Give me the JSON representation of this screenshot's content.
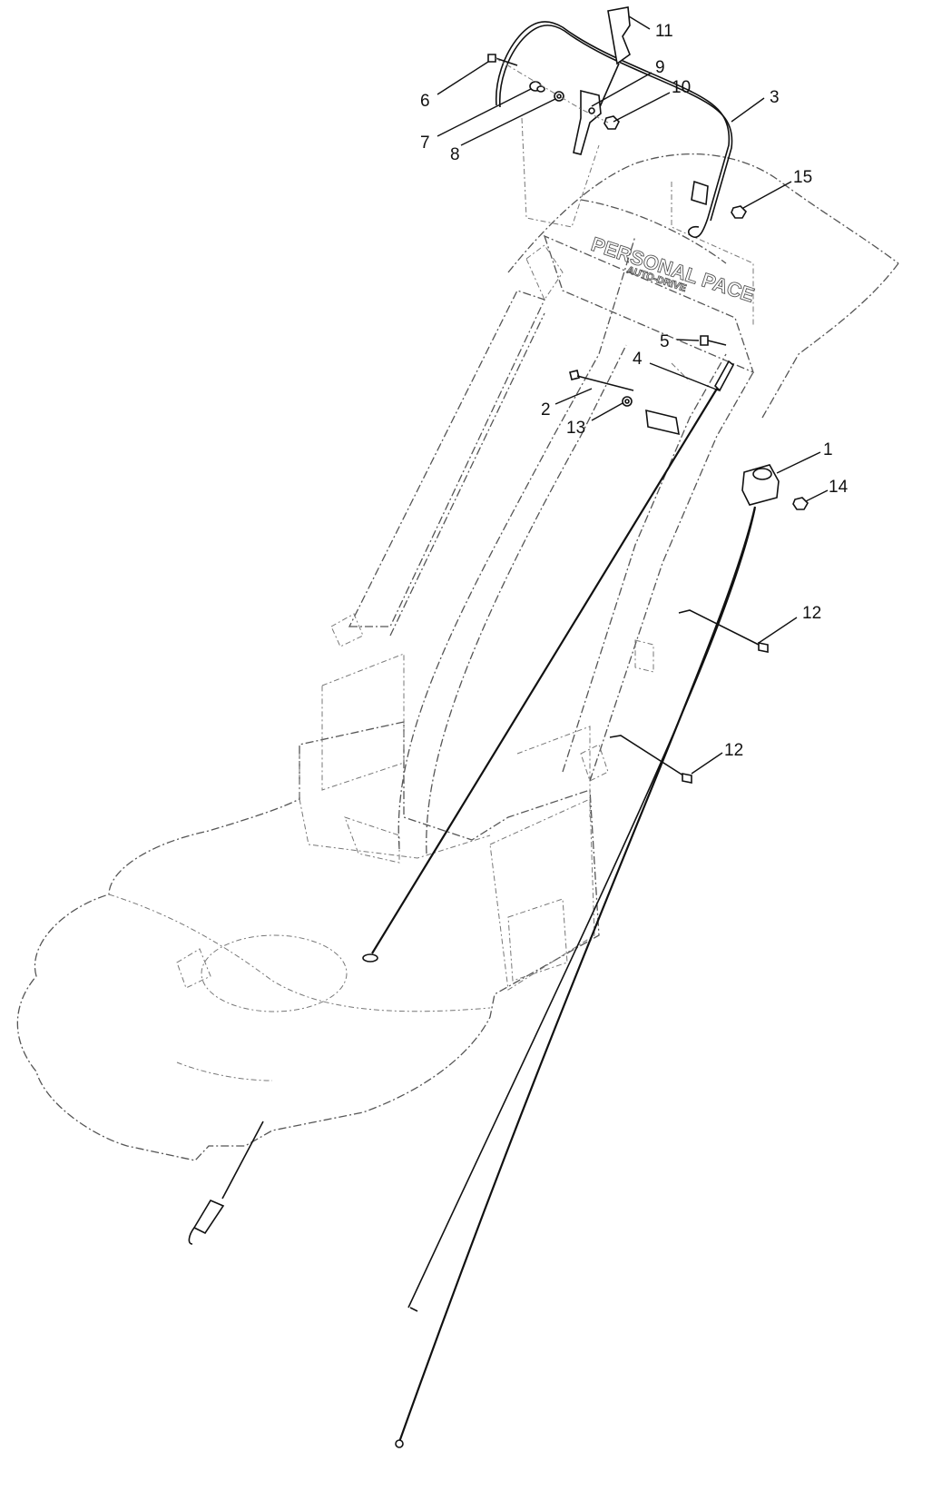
{
  "diagram": {
    "decal": {
      "brand": "PERSONAL PACE",
      "sub": "AUTO-DRIVE"
    },
    "callouts": [
      {
        "id": "c1",
        "label": "1"
      },
      {
        "id": "c2",
        "label": "2"
      },
      {
        "id": "c3",
        "label": "3"
      },
      {
        "id": "c4",
        "label": "4"
      },
      {
        "id": "c5",
        "label": "5"
      },
      {
        "id": "c6",
        "label": "6"
      },
      {
        "id": "c7",
        "label": "7"
      },
      {
        "id": "c8",
        "label": "8"
      },
      {
        "id": "c9",
        "label": "9"
      },
      {
        "id": "c10",
        "label": "10"
      },
      {
        "id": "c11",
        "label": "11"
      },
      {
        "id": "c12a",
        "label": "12"
      },
      {
        "id": "c12b",
        "label": "12"
      },
      {
        "id": "c13",
        "label": "13"
      },
      {
        "id": "c14",
        "label": "14"
      },
      {
        "id": "c15",
        "label": "15"
      }
    ]
  }
}
